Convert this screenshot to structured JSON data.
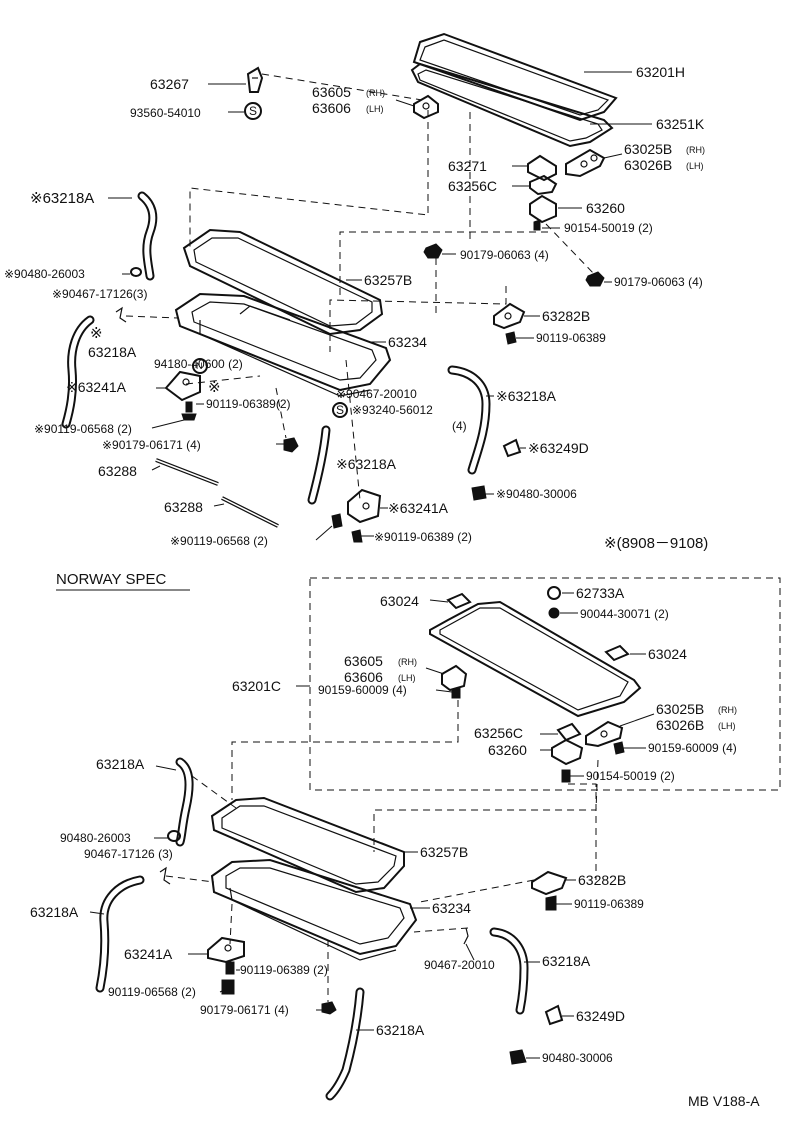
{
  "top": {
    "p63267": "63267",
    "p9356054010": "93560-54010",
    "p63605": "63605",
    "p63605_side": "(RH)",
    "p63606": "63606",
    "p63606_side": "(LH)",
    "p63201H": "63201H",
    "p63251K": "63251K",
    "p63271": "63271",
    "p63256C": "63256C",
    "p63025B": "63025B",
    "p63025B_side": "(RH)",
    "p63026B": "63026B",
    "p63026B_side": "(LH)",
    "p63260": "63260",
    "p9015450019": "90154-50019 (2)",
    "p63218A_1": "※63218A",
    "p9048026003": "※90480-26003",
    "p9046717126": "※90467-17126(3)",
    "p9017906063_a": "90179-06063 (4)",
    "p9017906063_b": "90179-06063 (4)",
    "p63257B": "63257B",
    "p63282B": "63282B",
    "p9011906389": "90119-06389",
    "mark_ast": "※",
    "p63218A_2": "63218A",
    "mark_n": "N",
    "p9418040600": "94180-40600 (2)",
    "p63234": "63234",
    "p63241A_1": "※63241A",
    "p9011906389_2": "90119-06389(2)",
    "p9046720010": "※90467-20010",
    "p9324056012": "※93240-56012",
    "p9324056012_qty": "(4)",
    "p63218A_3": "※63218A",
    "p9011906568": "※90119-06568 (2)",
    "p9017906171": "※90179-06171 (4)",
    "p63218A_4": "※63218A",
    "p63249D": "※63249D",
    "p63288_1": "63288",
    "p63288_2": "63288",
    "p9048030006": "※90480-30006",
    "p63241A_2": "※63241A",
    "p9011906568_2": "※90119-06568 (2)",
    "p9011906389_3": "※90119-06389 (2)",
    "mark_s": "S"
  },
  "period": "※(8908－9108)",
  "norway": {
    "title": "NORWAY SPEC",
    "p63024_a": "63024",
    "p62733A": "62733A",
    "p9004430071": "90044-30071 (2)",
    "p63024_b": "63024",
    "p63605": "63605",
    "p63605_side": "(RH)",
    "p63606": "63606",
    "p63606_side": "(LH)",
    "p63201C": "63201C",
    "p9015960009": "90159-60009 (4)",
    "p63025B": "63025B",
    "p63025B_side": "(RH)",
    "p63026B": "63026B",
    "p63026B_side": "(LH)",
    "p63256C": "63256C",
    "p9015960009_b": "90159-60009 (4)",
    "p63260": "63260",
    "p9015450019": "90154-50019 (2)",
    "p63218A_1": "63218A",
    "p9048026003": "90480-26003",
    "p9046717126": "90467-17126 (3)",
    "p63257B": "63257B",
    "p63282B": "63282B",
    "p63218A_2": "63218A",
    "p9011906389": "90119-06389",
    "p63234": "63234",
    "p63241A": "63241A",
    "p9011906389_2": "90119-06389 (2)",
    "p9046720010": "90467-20010",
    "p63218A_3": "63218A",
    "p9011906568": "90119-06568 (2)",
    "p9017906171": "90179-06171 (4)",
    "p63218A_4": "63218A",
    "p63249D": "63249D",
    "p9048030006": "90480-30006"
  },
  "footer": {
    "code": "MB V188-A"
  }
}
